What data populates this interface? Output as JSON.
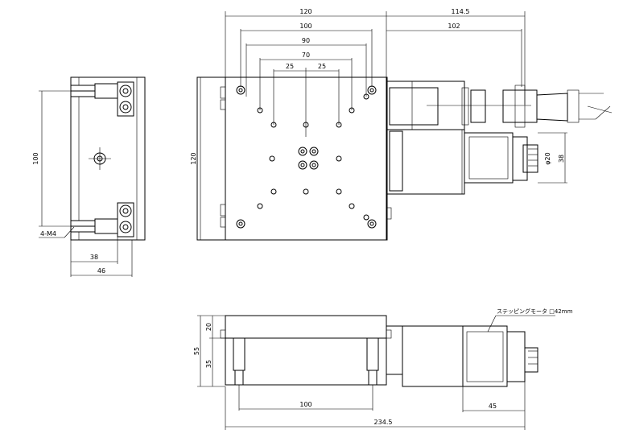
{
  "dimensions": {
    "top_width_120": "120",
    "top_width_1145": "114.5",
    "hole_pitch_100": "100",
    "hole_pitch_102": "102",
    "hole_pitch_90": "90",
    "hole_pitch_70": "70",
    "hole_pitch_25a": "25",
    "hole_pitch_25b": "25",
    "left_height_100": "100",
    "main_height_120": "120",
    "motor_dia": "φ20",
    "motor_len_38": "38",
    "left_callout": "4-M4",
    "left_width_38": "38",
    "left_width_46": "46",
    "side_height_55": "55",
    "side_height_20": "20",
    "side_height_35": "35",
    "bottom_pitch_100": "100",
    "bottom_overall": "234.5",
    "bottom_motor_45": "45",
    "motor_note": "ステッピングモータ □42mm"
  }
}
